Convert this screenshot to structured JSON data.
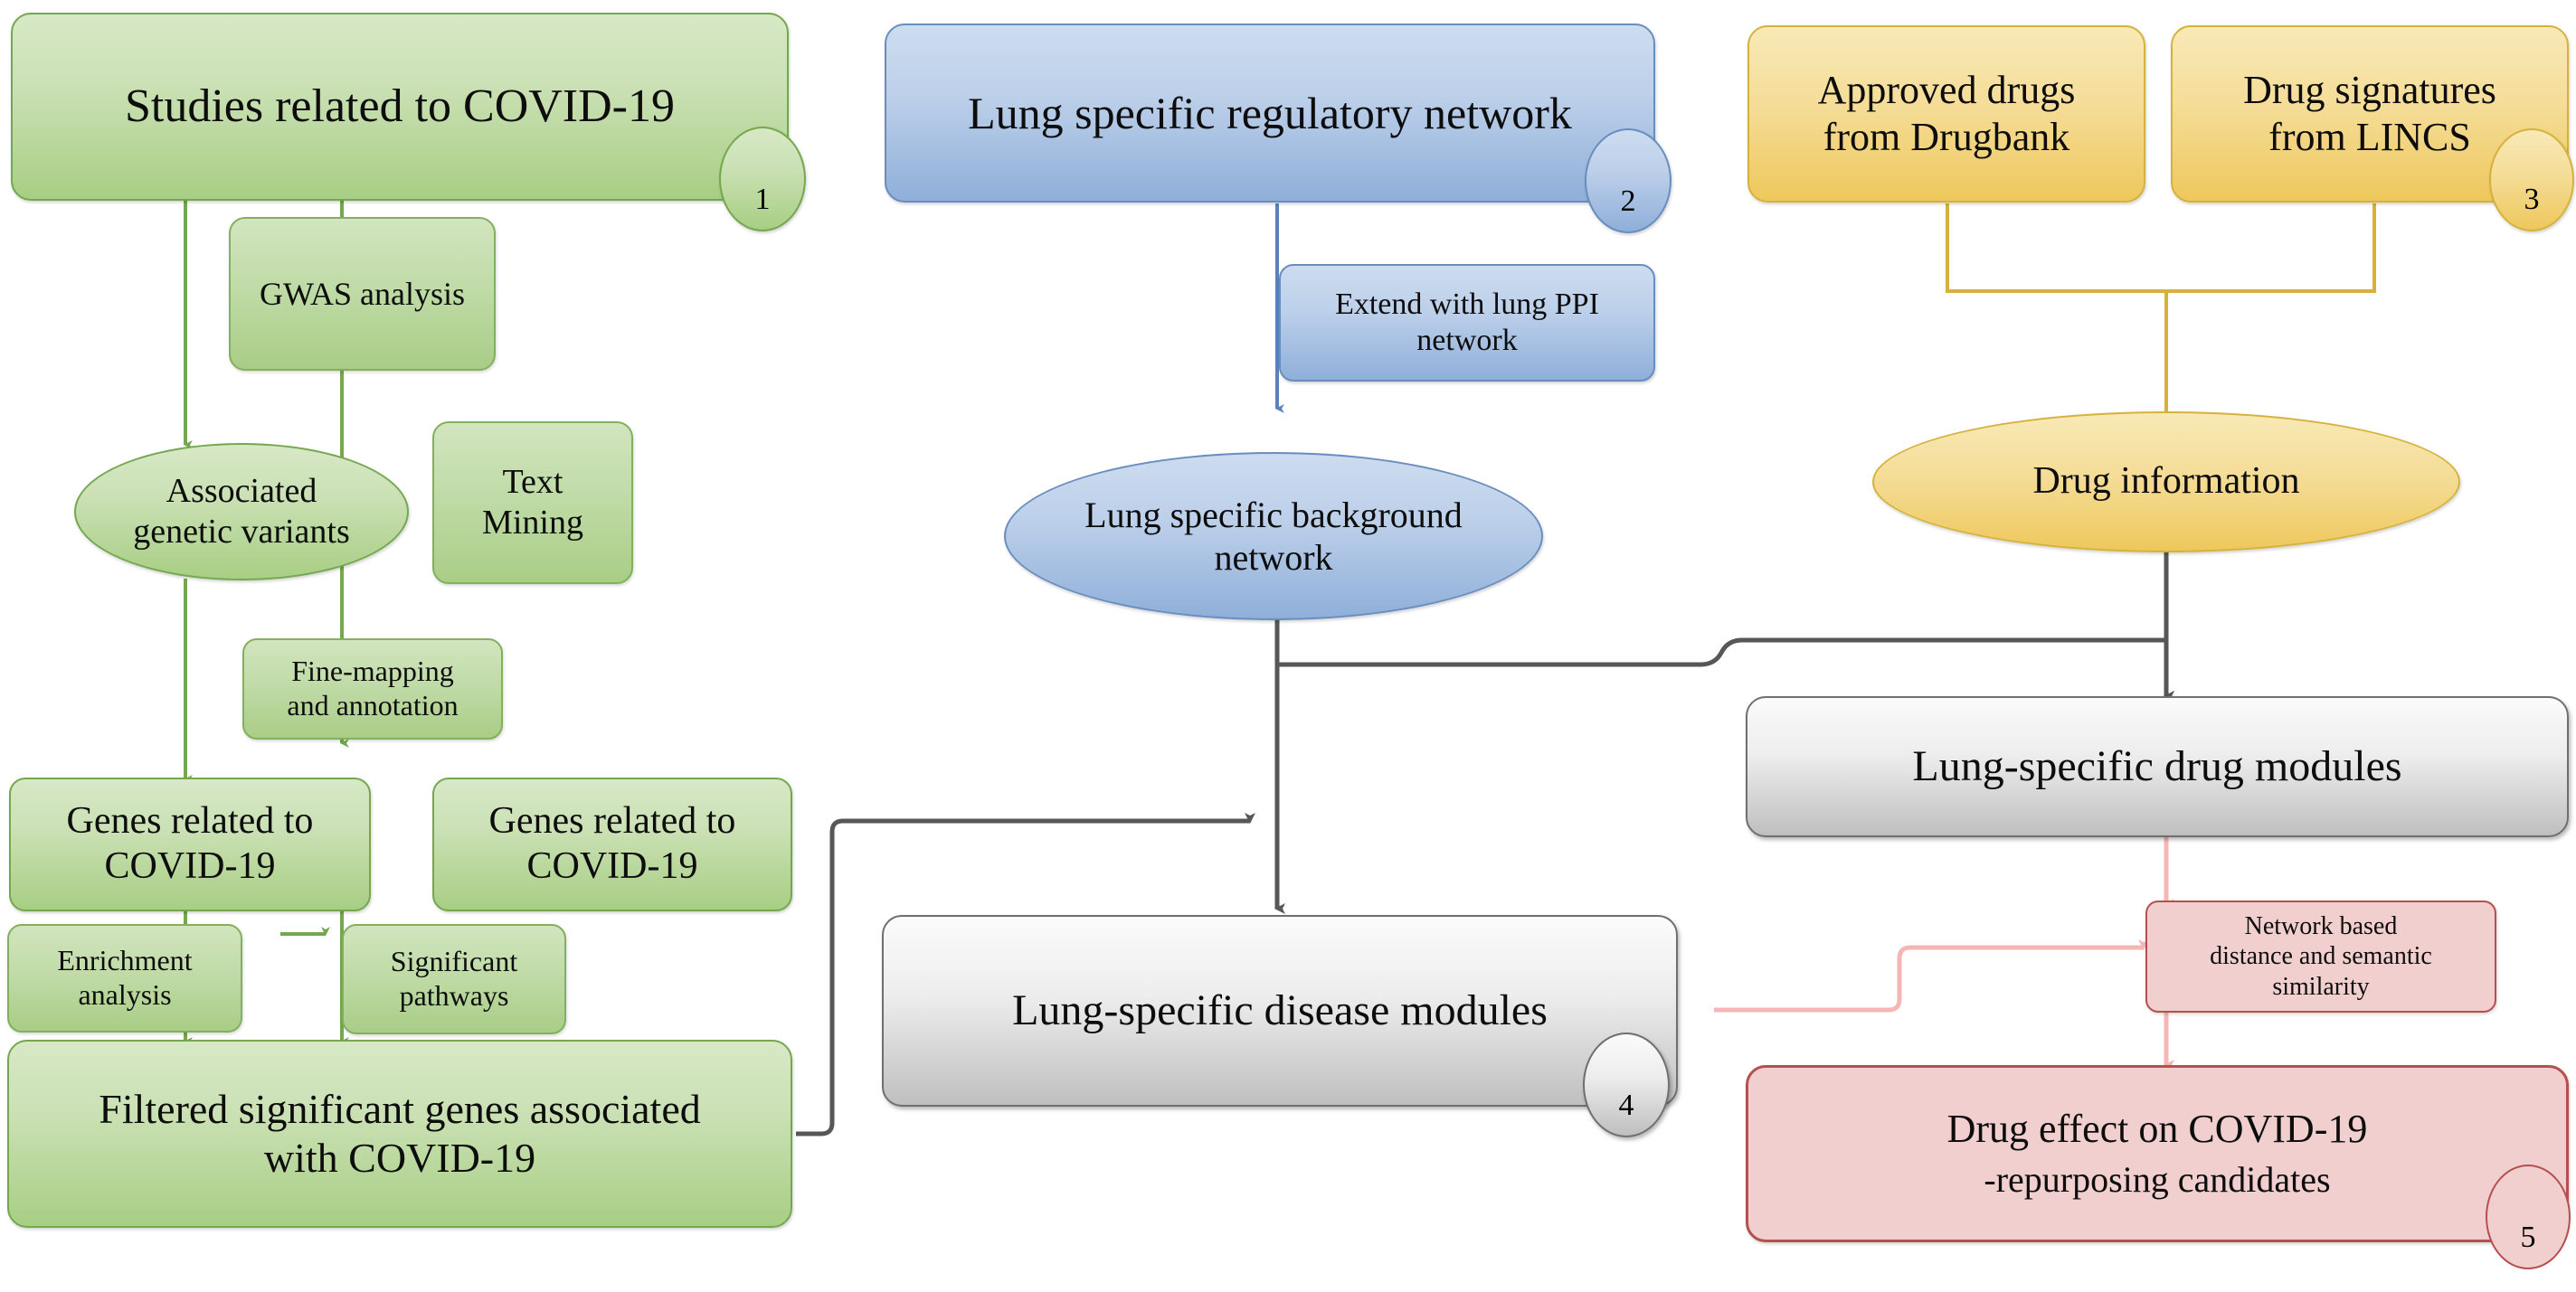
{
  "diagram": {
    "title": "COVID-19 drug repurposing workflow",
    "colors": {
      "green_fill": "#cbe1b5",
      "green_border": "#74a74e",
      "blue_fill": "#bdd0ea",
      "blue_border": "#6a8dc0",
      "yellow_fill": "#f5dd98",
      "yellow_border": "#d6b13c",
      "gray_fill": "#ededed",
      "gray_border": "#6f6f6f",
      "red_fill": "#f2cfcf",
      "red_border": "#b5504f",
      "pink_edge": "#f6b6b6"
    }
  },
  "nodes": {
    "studies": "Studies related to COVID-19",
    "gwas": "GWAS analysis",
    "variants_line1": "Associated",
    "variants_line2": "genetic variants",
    "text_mining_line1": "Text",
    "text_mining_line2": "Mining",
    "finemap_line1": "Fine-mapping",
    "finemap_line2": "and annotation",
    "genes_left_line1": "Genes related to",
    "genes_left_line2": "COVID-19",
    "genes_right_line1": "Genes related to",
    "genes_right_line2": "COVID-19",
    "enrichment_line1": "Enrichment",
    "enrichment_line2": "analysis",
    "pathways_line1": "Significant",
    "pathways_line2": "pathways",
    "filtered_line1": "Filtered significant genes associated",
    "filtered_line2": "with COVID-19",
    "regnet": "Lung specific regulatory network",
    "extend_line1": "Extend with lung PPI",
    "extend_line2": "network",
    "bgnet_line1": "Lung specific background",
    "bgnet_line2": "network",
    "drugbank_line1": "Approved drugs",
    "drugbank_line2": "from Drugbank",
    "lincs_line1": "Drug signatures",
    "lincs_line2": "from LINCS",
    "druginfo": "Drug information",
    "drug_modules": "Lung-specific drug modules",
    "disease_modules": "Lung-specific disease modules",
    "netdist_line1": "Network based",
    "netdist_line2": "distance and semantic",
    "netdist_line3": "similarity",
    "drugeffect_line1": "Drug effect on COVID-19",
    "drugeffect_line2": "-repurposing candidates"
  },
  "badges": {
    "one": "1",
    "two": "2",
    "three": "3",
    "four": "4",
    "five": "5"
  }
}
